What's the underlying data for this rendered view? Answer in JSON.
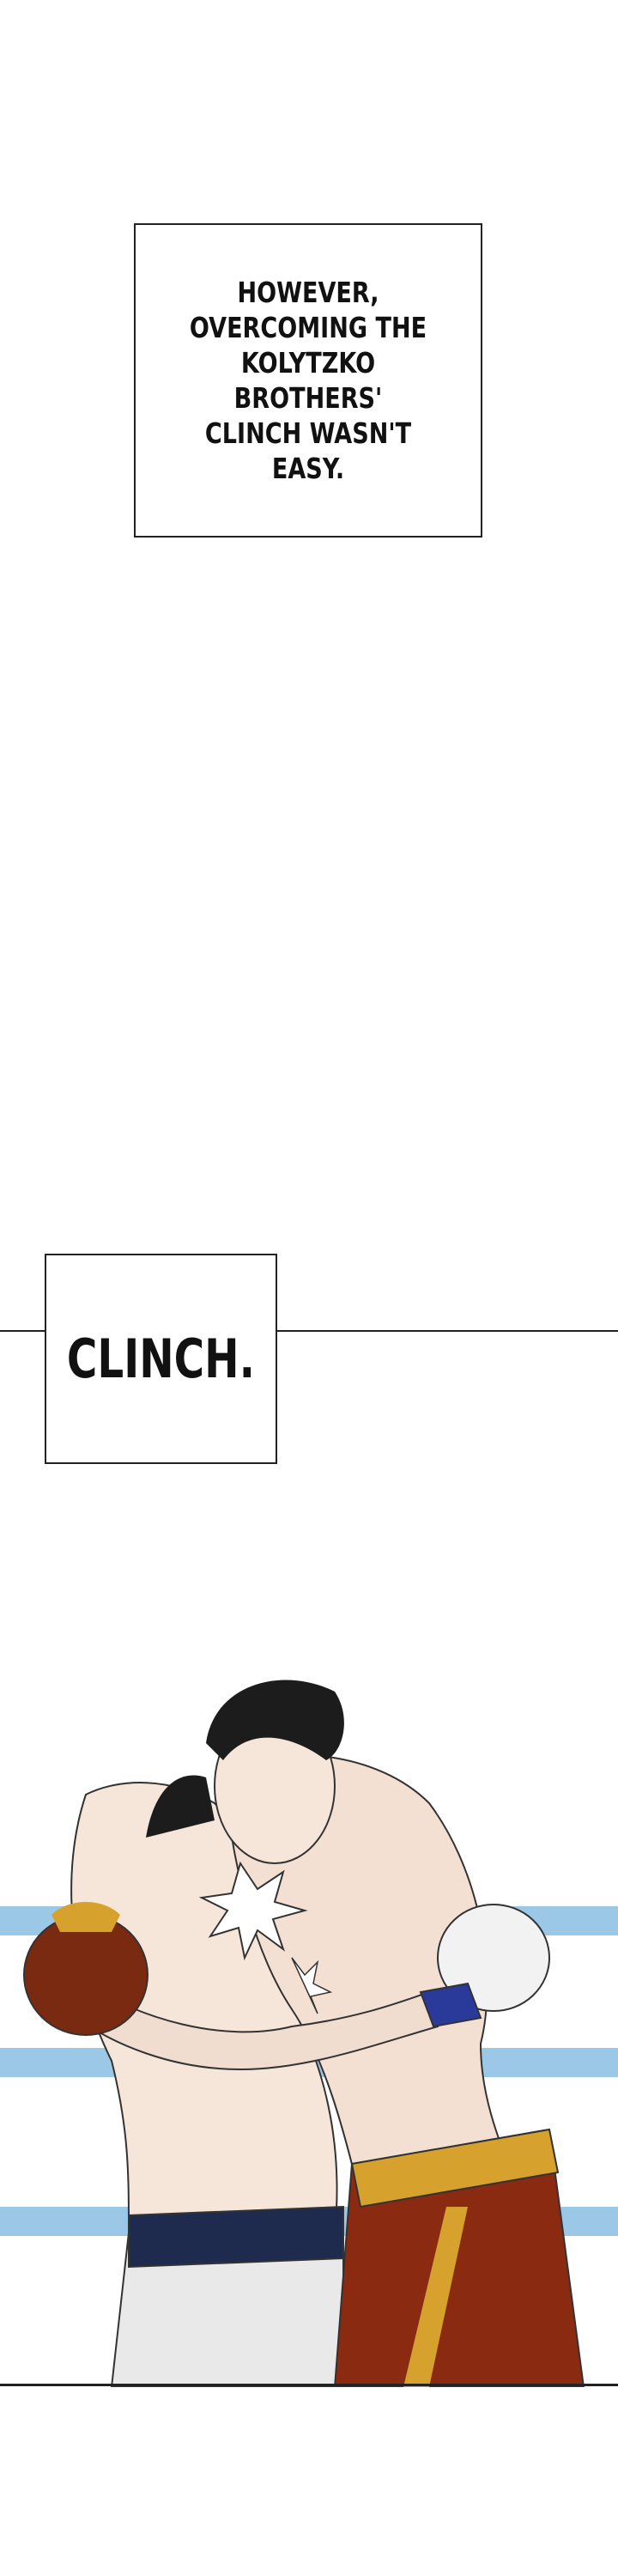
{
  "narration": {
    "text": "HOWEVER,\nOVERCOMING THE\nKOLYTZKO BROTHERS'\nCLINCH WASN'T EASY."
  },
  "sfx": {
    "text": "CLINCH."
  },
  "panel": {
    "scene": "boxers-clinch-illustration",
    "colors": {
      "ring_rope": "#9cc8e8",
      "skin_light": "#f6e6da",
      "skin_shade": "#e8cdbd",
      "hair": "#1c1c1c",
      "glove_brown": "#7a2a10",
      "glove_white": "#f2f2f2",
      "trunks_red": "#8a2a10",
      "trunks_gold": "#d6a12c",
      "trunks_navy": "#1e2a4e",
      "trunks_white": "#e9e9e9",
      "wrist_blue": "#2a3a9a"
    }
  }
}
